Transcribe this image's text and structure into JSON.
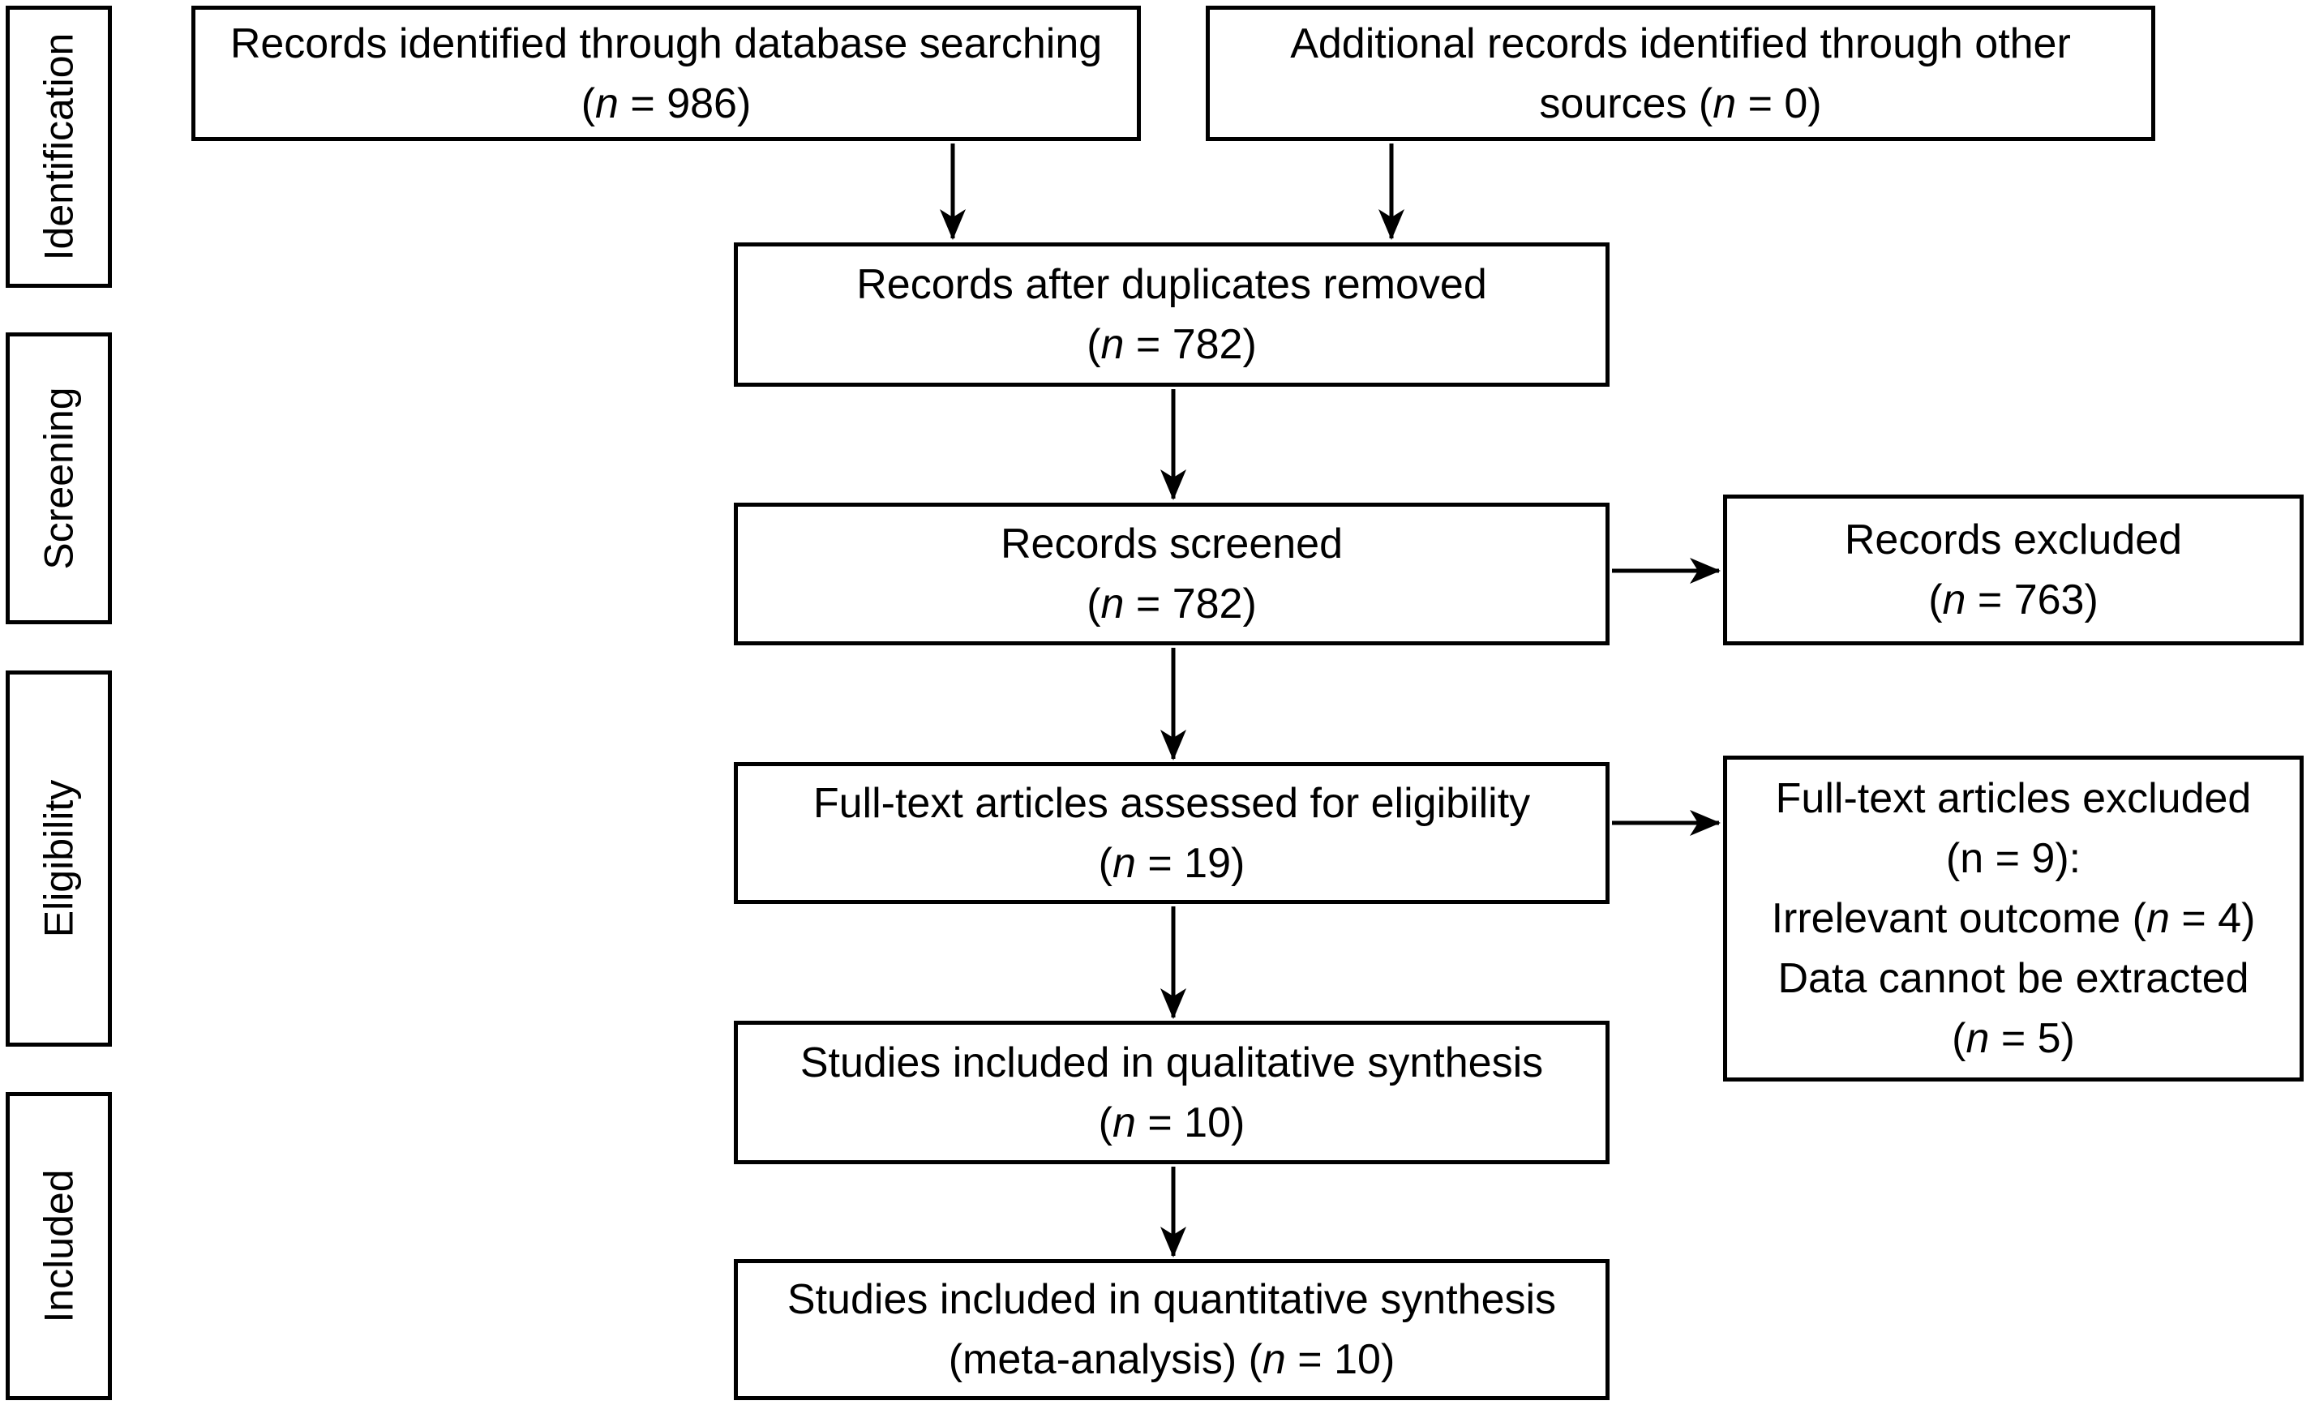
{
  "colors": {
    "line": "#000000",
    "background": "#ffffff",
    "text": "#000000"
  },
  "stages": {
    "identification": {
      "label": "Identification"
    },
    "screening": {
      "label": "Screening"
    },
    "eligibility": {
      "label": "Eligibility"
    },
    "included": {
      "label": "Included"
    }
  },
  "boxes": {
    "records_identified": {
      "n": 986,
      "lines": [
        [
          {
            "t": "Records identified through database searching"
          }
        ],
        [
          {
            "t": "("
          },
          {
            "t": "n",
            "i": true
          },
          {
            "t": " = 986)"
          }
        ]
      ]
    },
    "additional_records": {
      "n": 0,
      "lines": [
        [
          {
            "t": "Additional records identified through other"
          }
        ],
        [
          {
            "t": "sources ("
          },
          {
            "t": "n",
            "i": true
          },
          {
            "t": " = 0)"
          }
        ]
      ]
    },
    "duplicates_removed": {
      "n": 782,
      "lines": [
        [
          {
            "t": "Records after duplicates removed"
          }
        ],
        [
          {
            "t": "("
          },
          {
            "t": "n",
            "i": true
          },
          {
            "t": " = 782)"
          }
        ]
      ]
    },
    "records_screened": {
      "n": 782,
      "lines": [
        [
          {
            "t": "Records screened"
          }
        ],
        [
          {
            "t": "("
          },
          {
            "t": "n",
            "i": true
          },
          {
            "t": " = 782)"
          }
        ]
      ]
    },
    "records_excluded": {
      "n": 763,
      "lines": [
        [
          {
            "t": "Records excluded"
          }
        ],
        [
          {
            "t": "("
          },
          {
            "t": "n",
            "i": true
          },
          {
            "t": " = 763)"
          }
        ]
      ]
    },
    "fulltext_assessed": {
      "n": 19,
      "lines": [
        [
          {
            "t": "Full-text articles assessed for eligibility"
          }
        ],
        [
          {
            "t": "("
          },
          {
            "t": "n",
            "i": true
          },
          {
            "t": " = 19)"
          }
        ]
      ]
    },
    "fulltext_excluded": {
      "n": 9,
      "reasons": [
        {
          "label": "Irrelevant outcome",
          "n": 4
        },
        {
          "label": "Data cannot be extracted",
          "n": 5
        }
      ],
      "lines": [
        [
          {
            "t": "Full-text articles excluded"
          }
        ],
        [
          {
            "t": "(n = 9):"
          }
        ],
        [
          {
            "t": "Irrelevant outcome ("
          },
          {
            "t": "n",
            "i": true
          },
          {
            "t": " = 4)"
          }
        ],
        [
          {
            "t": "Data cannot be extracted"
          }
        ],
        [
          {
            "t": "("
          },
          {
            "t": "n",
            "i": true
          },
          {
            "t": " = 5)"
          }
        ]
      ]
    },
    "qualitative_synthesis": {
      "n": 10,
      "lines": [
        [
          {
            "t": "Studies included in qualitative synthesis"
          }
        ],
        [
          {
            "t": "("
          },
          {
            "t": "n",
            "i": true
          },
          {
            "t": " = 10)"
          }
        ]
      ]
    },
    "quantitative_synthesis": {
      "n": 10,
      "lines": [
        [
          {
            "t": "Studies included in quantitative synthesis"
          }
        ],
        [
          {
            "t": "(meta-analysis) ("
          },
          {
            "t": "n",
            "i": true
          },
          {
            "t": " = 10)"
          }
        ]
      ]
    }
  }
}
